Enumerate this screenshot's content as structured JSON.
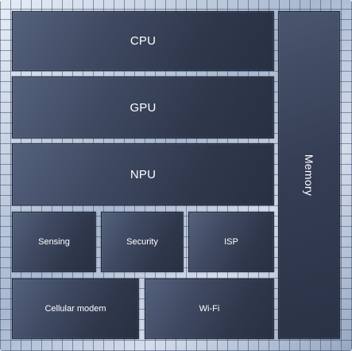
{
  "diagram": {
    "blocks": {
      "cpu": "CPU",
      "gpu": "GPU",
      "npu": "NPU",
      "sensing": "Sensing",
      "security": "Security",
      "isp": "ISP",
      "cellular_modem": "Cellular modem",
      "wifi": "Wi-Fi",
      "memory": "Memory"
    }
  }
}
